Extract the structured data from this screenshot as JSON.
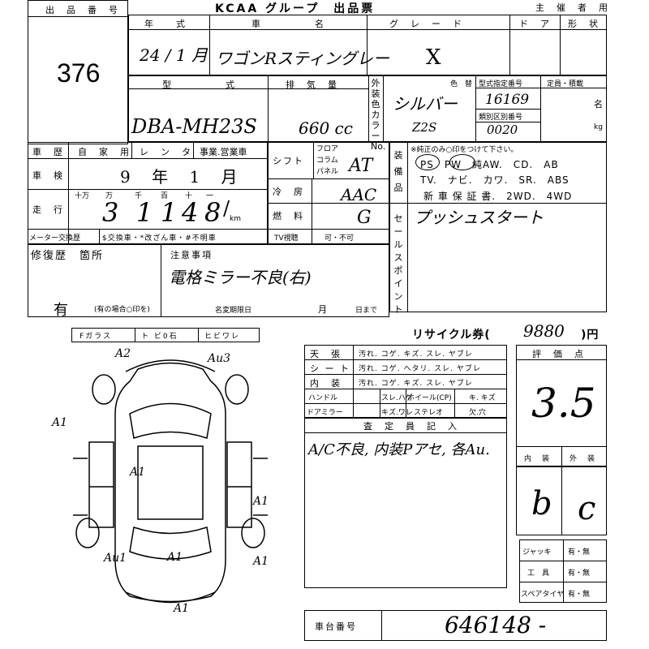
{
  "header": {
    "title": "KCAA グループ　出品票",
    "organizer_label": "主　催　者　用"
  },
  "lot": {
    "label": "出　品　番　号",
    "value": "376"
  },
  "table1": {
    "year_label": "年　　式",
    "year_value": "24 / 1 月",
    "car_label": "車　　　　　名",
    "car_value": "ワゴンRスティングレー",
    "grade_label": "グ　レ　ー　ド",
    "grade_value": "X",
    "door_label": "ド　ア",
    "form_label": "形　状"
  },
  "table2": {
    "model_label": "型　　　　　式",
    "model_value": "DBA-MH23S",
    "disp_label": "排　気　量",
    "disp_value": "660 cc",
    "exterior_label": "外装色カラーNo.",
    "color_label": "色　替",
    "color_value": "シルバー",
    "color_no": "Z2S",
    "type_no_label": "型式指定番号",
    "type_no_value": "16169",
    "class_no_label": "類別区別番号",
    "class_no_value": "0020",
    "capacity_label": "定員・積載",
    "capacity_unit1": "名",
    "capacity_unit2": "kg"
  },
  "history": {
    "label": "車　歴",
    "options": [
      "自　家　用",
      "レ　ン　タ",
      "事業.営業車"
    ],
    "inspection_label": "車　検",
    "inspection_value": "9　 年　 1　 月",
    "mileage_label": "走　行",
    "digit_units": [
      "十万",
      "万",
      "千",
      "百",
      "十",
      "一"
    ],
    "mileage_digits": [
      "3",
      "1",
      "1",
      "4",
      "8",
      "/"
    ],
    "km": "km",
    "meter_label": "メーター交換歴",
    "meter_options": "$交換車・*改ざん車・#不明車",
    "tv_label": "TV視聴",
    "tv_options": "可・不可"
  },
  "shift": {
    "shift_label": "シフト",
    "shift_options": [
      "フロア",
      "コラム",
      "パネル"
    ],
    "shift_value": "AT",
    "ac_label": "冷　房",
    "ac_value": "AAC",
    "fuel_label": "燃　料",
    "fuel_value": "G"
  },
  "equipment": {
    "vertical_label": "装備品",
    "note": "※純正のみ○印をつけて下さい。",
    "row1": "PS　PW　純AW.　CD.　AB",
    "row2": "TV.　ナビ.　カワ.　SR.　ABS",
    "row3": "新 車 保 証 書.　2WD.　4WD",
    "sales_label": "セールスポイント",
    "sales_value": "プッシュスタート"
  },
  "repair": {
    "label": "修復歴　箇所",
    "value": "有",
    "note": "(有の場合○印を)",
    "notes_label": "注意事項",
    "notes_value": "電格ミラー不良(右)",
    "name_change_label": "名変期限日",
    "month": "月",
    "day": "日まで"
  },
  "glass": {
    "labels": [
      "Fガラス",
      "ト ビ0石",
      "ヒビワレ"
    ]
  },
  "diagram": {
    "marks": [
      "A2",
      "Au3",
      "A1",
      "A1",
      "A1",
      "Au1",
      "A1",
      "A1",
      "A1"
    ]
  },
  "recycle": {
    "label": "リサイクル券(",
    "value": "9880",
    "suffix": ")円"
  },
  "condition": {
    "rows": [
      {
        "label": "天　張",
        "items": "汚れ. コゲ. キズ. スレ. ヤブレ"
      },
      {
        "label": "シ ー ト",
        "items": "汚れ. コゲ. ヘタリ. スレ. ヤブレ"
      },
      {
        "label": "内　装",
        "items": "汚れ. コゲ. キズ. スレ. ヤブレ"
      }
    ],
    "handle_label": "ハンドル",
    "handle_items": "スレ.ハゲ",
    "wheel_label": "ホイール(CP)",
    "wheel_items": "キ. キズ",
    "mirror_label": "ドアミラー",
    "mirror_items": "キズ.ワレ",
    "stereo_label": "ステレオ",
    "stereo_items": "欠.穴"
  },
  "inspector": {
    "label": "査　定　員　記　入",
    "value": "A/C不良, 内装Pアセ, 各Au."
  },
  "grade": {
    "label": "評　価　点",
    "score": "3.5",
    "interior_label": "内　装",
    "exterior_label": "外　装",
    "interior_value": "b",
    "exterior_value": "c"
  },
  "accessories": [
    {
      "label": "ジャッキ",
      "options": "有・無"
    },
    {
      "label": "工　具",
      "options": "有・無"
    },
    {
      "label": "スペアタイヤ",
      "options": "有・無"
    }
  ],
  "chassis": {
    "label": "車台番号",
    "value": "646148 -"
  }
}
